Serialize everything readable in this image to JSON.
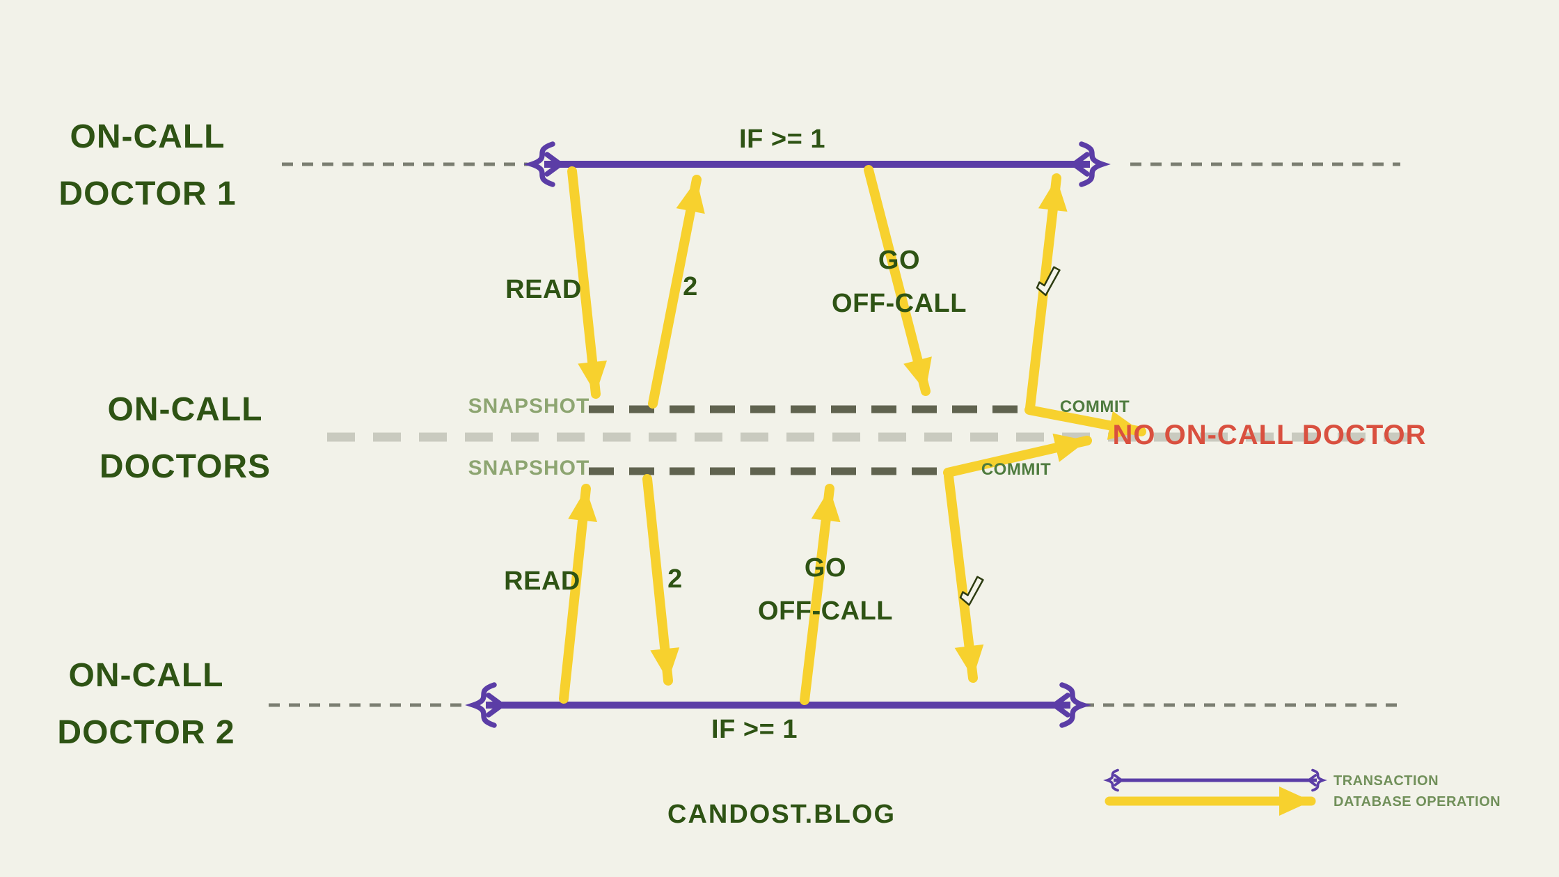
{
  "colors": {
    "background": "#f2f2e9",
    "transaction_purple": "#5b3da6",
    "operation_yellow": "#f7d12e",
    "label_dark_green": "#2e5314",
    "snapshot_green": "#8da571",
    "commit_green": "#4e7b3e",
    "legend_green": "#71905a",
    "error_red": "#d9503f"
  },
  "lanes": {
    "doctor1": {
      "title_line1": "ON-CALL",
      "title_line2": "DOCTOR 1",
      "condition": "IF >= 1"
    },
    "doctors": {
      "title_line1": "ON-CALL",
      "title_line2": "DOCTORS",
      "result": "NO ON-CALL DOCTOR"
    },
    "doctor2": {
      "title_line1": "ON-CALL",
      "title_line2": "DOCTOR 2",
      "condition": "IF >= 1"
    }
  },
  "transaction1": {
    "read": "READ",
    "value": "2",
    "go_line1": "GO",
    "go_line2": "OFF-CALL",
    "snapshot": "SNAPSHOT",
    "commit": "COMMIT"
  },
  "transaction2": {
    "read": "READ",
    "value": "2",
    "go_line1": "GO",
    "go_line2": "OFF-CALL",
    "snapshot": "SNAPSHOT",
    "commit": "COMMIT"
  },
  "footer": {
    "site": "CANDOST.BLOG"
  },
  "legend": {
    "transaction": "TRANSACTION",
    "database_operation": "DATABASE OPERATION"
  }
}
